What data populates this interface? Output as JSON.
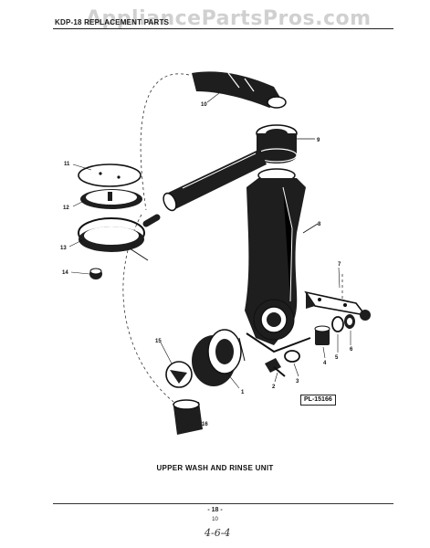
{
  "watermark": "AppliancePartsPros.com",
  "header": {
    "left": "KDP-18 REPLACEMENT PARTS"
  },
  "callouts": [
    "1",
    "2",
    "3",
    "4",
    "5",
    "6",
    "7",
    "8",
    "9",
    "10",
    "11",
    "12",
    "13",
    "14",
    "15",
    "16"
  ],
  "plate_number": "PL-15166",
  "caption": "UPPER WASH AND RINSE UNIT",
  "footer": {
    "dash": "- 18 -",
    "page": "10",
    "handwriting": "4-6-4"
  },
  "colors": {
    "ink": "#111111",
    "fill": "#1e1e1e",
    "paper": "#ffffff"
  }
}
